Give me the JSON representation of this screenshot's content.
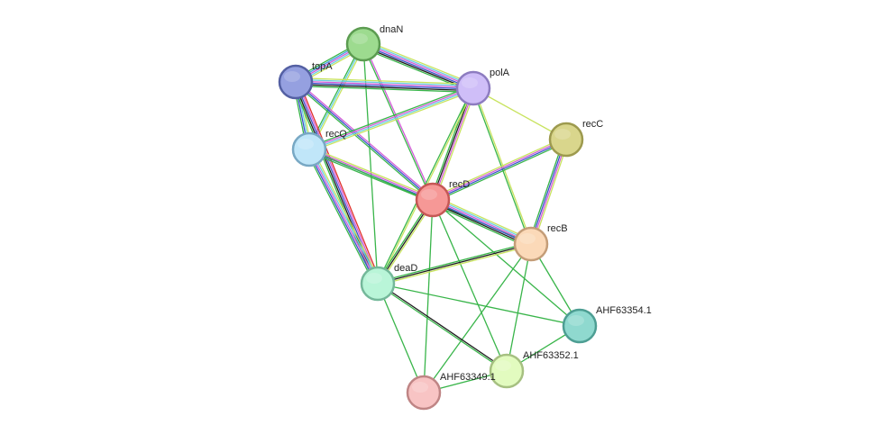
{
  "network": {
    "nodes": [
      {
        "id": "dnaN",
        "label": "dnaN",
        "fill": "#9ddb8f",
        "stroke": "#5c9c51"
      },
      {
        "id": "topA",
        "label": "topA",
        "fill": "#95a0e0",
        "stroke": "#5460a3"
      },
      {
        "id": "polA",
        "label": "polA",
        "fill": "#cfbef8",
        "stroke": "#8d7cc0"
      },
      {
        "id": "recC",
        "label": "recC",
        "fill": "#d9d68c",
        "stroke": "#9d9a4e"
      },
      {
        "id": "recQ",
        "label": "recQ",
        "fill": "#c0e6f9",
        "stroke": "#78a8c4"
      },
      {
        "id": "recD",
        "label": "recD",
        "fill": "#f69896",
        "stroke": "#c65755"
      },
      {
        "id": "recB",
        "label": "recB",
        "fill": "#fbd9b8",
        "stroke": "#c49d78"
      },
      {
        "id": "deaD",
        "label": "deaD",
        "fill": "#b9f5d8",
        "stroke": "#74b89a"
      },
      {
        "id": "AHF63354.1",
        "label": "AHF63354.1",
        "fill": "#8fd9cf",
        "stroke": "#4d9e93"
      },
      {
        "id": "AHF63352.1",
        "label": "AHF63352.1",
        "fill": "#e2fbbf",
        "stroke": "#a6c081"
      },
      {
        "id": "AHF63349.1",
        "label": "AHF63349.1",
        "fill": "#f8c4c4",
        "stroke": "#bf8585"
      }
    ],
    "edges": [
      {
        "from": "dnaN",
        "to": "topA",
        "colors": [
          "#c8e35e",
          "#6acfe1",
          "#d35cd8",
          "#3f9ee0",
          "#39b54a"
        ]
      },
      {
        "from": "dnaN",
        "to": "polA",
        "colors": [
          "#c8e35e",
          "#6acfe1",
          "#d35cd8",
          "#3a52c9",
          "#1f1f1f",
          "#39b54a"
        ]
      },
      {
        "from": "dnaN",
        "to": "recQ",
        "colors": [
          "#c8e35e",
          "#6acfe1",
          "#39b54a"
        ]
      },
      {
        "from": "dnaN",
        "to": "recD",
        "colors": [
          "#d35cd8",
          "#39b54a"
        ]
      },
      {
        "from": "dnaN",
        "to": "deaD",
        "colors": [
          "#39b54a"
        ]
      },
      {
        "from": "topA",
        "to": "polA",
        "colors": [
          "#c8e35e",
          "#6acfe1",
          "#d35cd8",
          "#3a52c9",
          "#1f1f1f",
          "#39b54a"
        ]
      },
      {
        "from": "topA",
        "to": "recQ",
        "colors": [
          "#c8e35e",
          "#6acfe1",
          "#3a52c9",
          "#39b54a"
        ]
      },
      {
        "from": "topA",
        "to": "recD",
        "colors": [
          "#d35cd8",
          "#3a52c9",
          "#39b54a"
        ]
      },
      {
        "from": "topA",
        "to": "deaD",
        "colors": [
          "#e0302c",
          "#d35cd8",
          "#3a52c9",
          "#1f1f1f",
          "#39b54a"
        ]
      },
      {
        "from": "polA",
        "to": "recQ",
        "colors": [
          "#c8e35e",
          "#6acfe1",
          "#d35cd8",
          "#39b54a"
        ]
      },
      {
        "from": "polA",
        "to": "recD",
        "colors": [
          "#c8e35e",
          "#d35cd8",
          "#1f1f1f",
          "#39b54a"
        ]
      },
      {
        "from": "polA",
        "to": "recC",
        "colors": [
          "#c8e35e"
        ]
      },
      {
        "from": "polA",
        "to": "recB",
        "colors": [
          "#c8e35e",
          "#39b54a"
        ]
      },
      {
        "from": "polA",
        "to": "deaD",
        "colors": [
          "#c8e35e",
          "#39b54a"
        ]
      },
      {
        "from": "recQ",
        "to": "recD",
        "colors": [
          "#c8e35e",
          "#d35cd8",
          "#3a52c9",
          "#39b54a"
        ]
      },
      {
        "from": "recQ",
        "to": "deaD",
        "colors": [
          "#c8e35e",
          "#6acfe1",
          "#d35cd8",
          "#3a52c9",
          "#39b54a"
        ]
      },
      {
        "from": "recQ",
        "to": "recB",
        "colors": [
          "#39b54a"
        ]
      },
      {
        "from": "recD",
        "to": "recC",
        "colors": [
          "#c8e35e",
          "#d35cd8",
          "#3a52c9",
          "#39b54a"
        ]
      },
      {
        "from": "recD",
        "to": "recB",
        "colors": [
          "#c8e35e",
          "#6acfe1",
          "#d35cd8",
          "#3a52c9",
          "#1f1f1f",
          "#39b54a"
        ]
      },
      {
        "from": "recD",
        "to": "deaD",
        "colors": [
          "#c8e35e",
          "#1f1f1f",
          "#39b54a"
        ]
      },
      {
        "from": "recD",
        "to": "AHF63354.1",
        "colors": [
          "#39b54a"
        ]
      },
      {
        "from": "recD",
        "to": "AHF63352.1",
        "colors": [
          "#39b54a"
        ]
      },
      {
        "from": "recD",
        "to": "AHF63349.1",
        "colors": [
          "#39b54a"
        ]
      },
      {
        "from": "recC",
        "to": "recB",
        "colors": [
          "#c8e35e",
          "#d35cd8",
          "#3a52c9",
          "#39b54a"
        ]
      },
      {
        "from": "recB",
        "to": "deaD",
        "colors": [
          "#c8e35e",
          "#1f1f1f",
          "#39b54a"
        ]
      },
      {
        "from": "recB",
        "to": "AHF63354.1",
        "colors": [
          "#39b54a"
        ]
      },
      {
        "from": "recB",
        "to": "AHF63352.1",
        "colors": [
          "#39b54a"
        ]
      },
      {
        "from": "recB",
        "to": "AHF63349.1",
        "colors": [
          "#39b54a"
        ]
      },
      {
        "from": "deaD",
        "to": "AHF63354.1",
        "colors": [
          "#39b54a"
        ]
      },
      {
        "from": "deaD",
        "to": "AHF63352.1",
        "colors": [
          "#1f1f1f",
          "#39b54a"
        ]
      },
      {
        "from": "deaD",
        "to": "AHF63349.1",
        "colors": [
          "#39b54a"
        ]
      },
      {
        "from": "AHF63352.1",
        "to": "AHF63354.1",
        "colors": [
          "#39b54a"
        ]
      },
      {
        "from": "AHF63352.1",
        "to": "AHF63349.1",
        "colors": [
          "#39b54a"
        ]
      }
    ]
  }
}
